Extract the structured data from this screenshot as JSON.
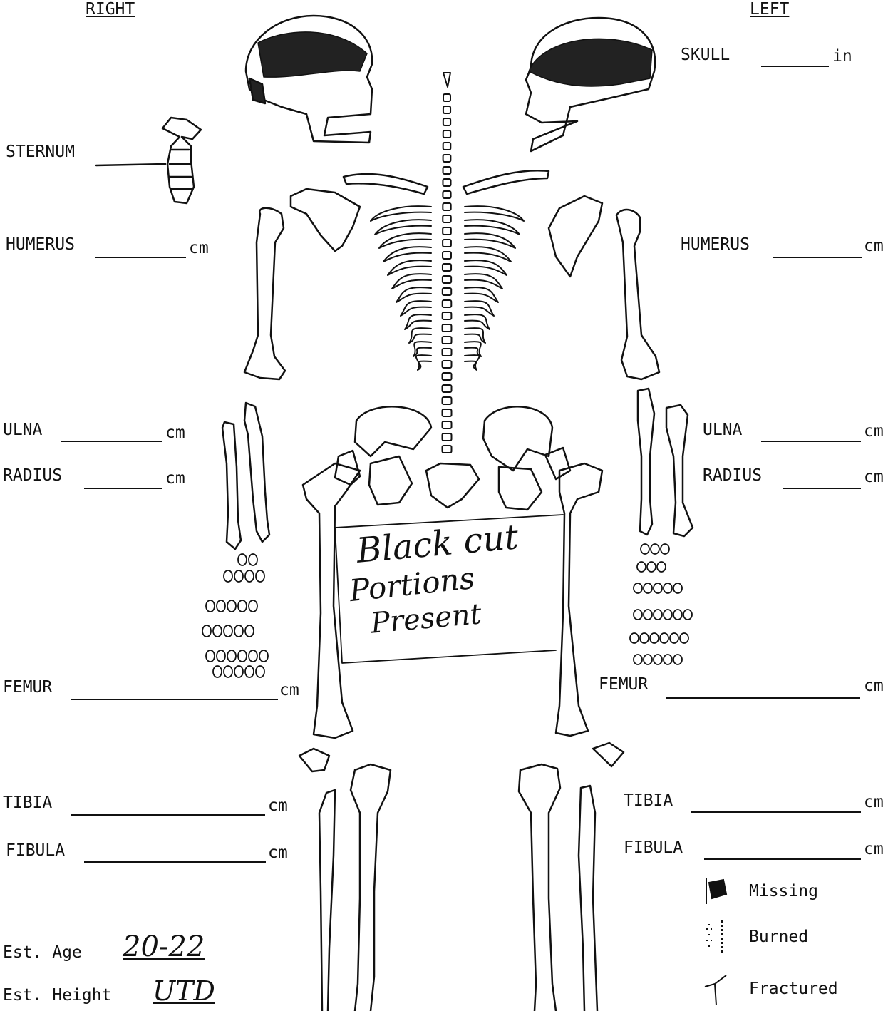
{
  "headers": {
    "right": "RIGHT",
    "left": "LEFT"
  },
  "right_labels": {
    "sternum": "STERNUM",
    "humerus": "HUMERUS",
    "humerus_unit": "cm",
    "ulna": "ULNA",
    "ulna_unit": "cm",
    "radius": "RADIUS",
    "radius_unit": "cm",
    "femur": "FEMUR",
    "femur_unit": "cm",
    "tibia": "TIBIA",
    "tibia_unit": "cm",
    "fibula": "FIBULA",
    "fibula_unit": "cm"
  },
  "left_labels": {
    "skull": "SKULL",
    "skull_unit": "in",
    "humerus": "HUMERUS",
    "humerus_unit": "cm",
    "ulna": "ULNA",
    "ulna_unit": "cm",
    "radius": "RADIUS",
    "radius_unit": "cm",
    "femur": "FEMUR",
    "femur_unit": "cm",
    "tibia": "TIBIA",
    "tibia_unit": "cm",
    "fibula": "FIBULA",
    "fibula_unit": "cm"
  },
  "estimates": {
    "age_label": "Est. Age",
    "age_value": "20-22",
    "height_label": "Est. Height",
    "height_value": "UTD"
  },
  "annotation": {
    "line1": "Black cut",
    "line2": "Portions",
    "line3": "Present"
  },
  "legend": [
    {
      "icon": "missing-icon",
      "label": "Missing"
    },
    {
      "icon": "burned-icon",
      "label": "Burned"
    },
    {
      "icon": "fractured-icon",
      "label": "Fractured"
    }
  ]
}
